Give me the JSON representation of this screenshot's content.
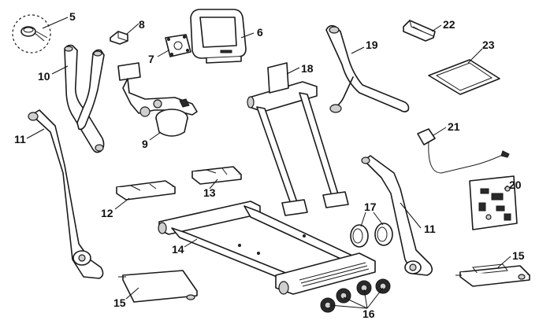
{
  "callouts": {
    "p5": "5",
    "p8": "8",
    "p6": "6",
    "p22": "22",
    "p23": "23",
    "p7": "7",
    "p10": "10",
    "p19": "19",
    "p18": "18",
    "p11a": "11",
    "p9": "9",
    "p21": "21",
    "p13": "13",
    "p20": "20",
    "p12": "12",
    "p17": "17",
    "p11b": "11",
    "p14": "14",
    "p15a": "15",
    "p15b": "15",
    "p16": "16"
  }
}
